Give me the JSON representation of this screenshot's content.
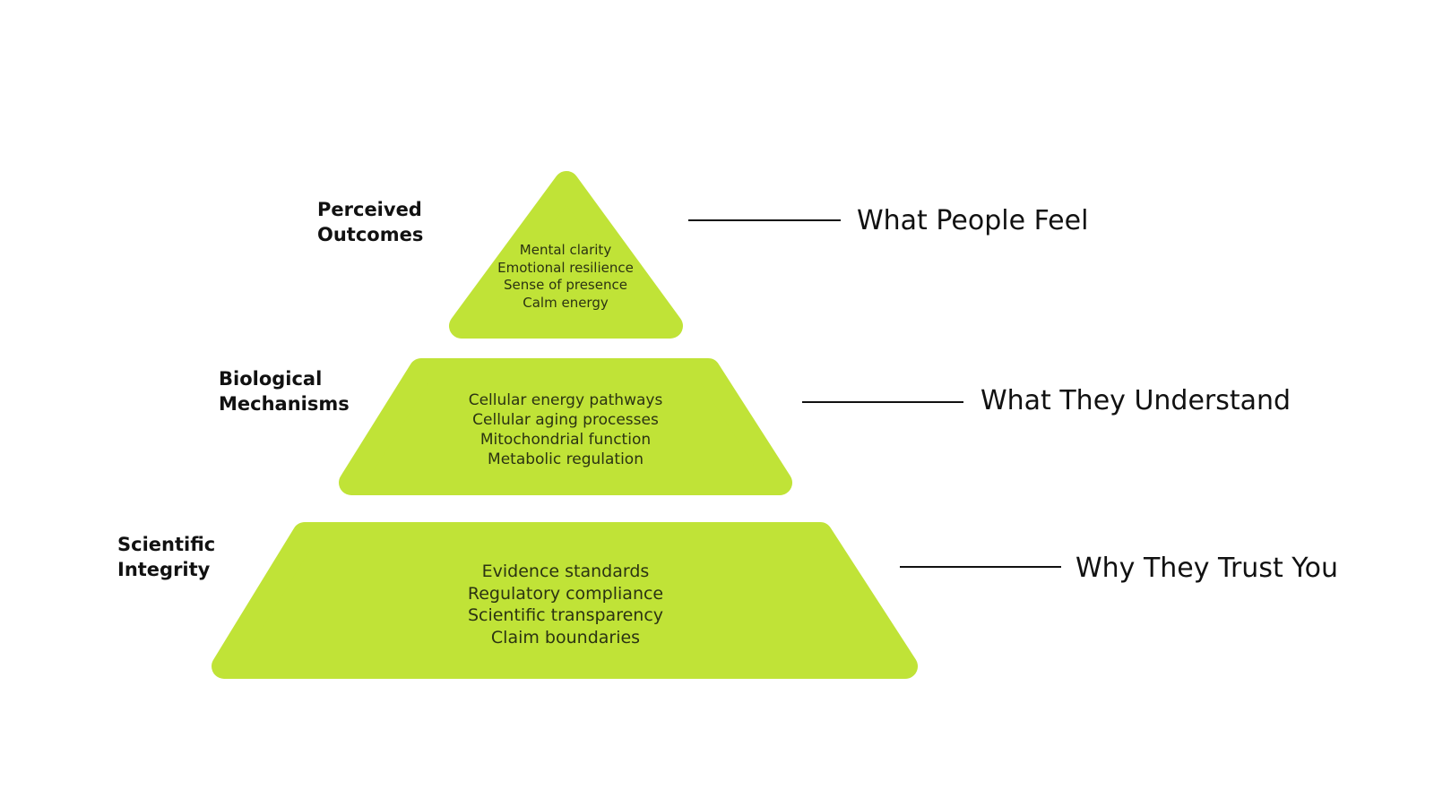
{
  "colors": {
    "fill": "#c0e337",
    "text": "#2b3312",
    "label": "#111111"
  },
  "tiers": [
    {
      "label_line1": "Perceived",
      "label_line2": "Outcomes",
      "items": [
        "Mental clarity",
        "Emotional resilience",
        "Sense of presence",
        "Calm energy"
      ],
      "right_label": "What People Feel"
    },
    {
      "label_line1": "Biological",
      "label_line2": "Mechanisms",
      "items": [
        "Cellular energy pathways",
        "Cellular aging processes",
        "Mitochondrial function",
        "Metabolic regulation"
      ],
      "right_label": "What They Understand"
    },
    {
      "label_line1": "Scientific",
      "label_line2": "Integrity",
      "items": [
        "Evidence standards",
        "Regulatory compliance",
        "Scientific transparency",
        "Claim boundaries"
      ],
      "right_label": "Why They Trust You"
    }
  ]
}
